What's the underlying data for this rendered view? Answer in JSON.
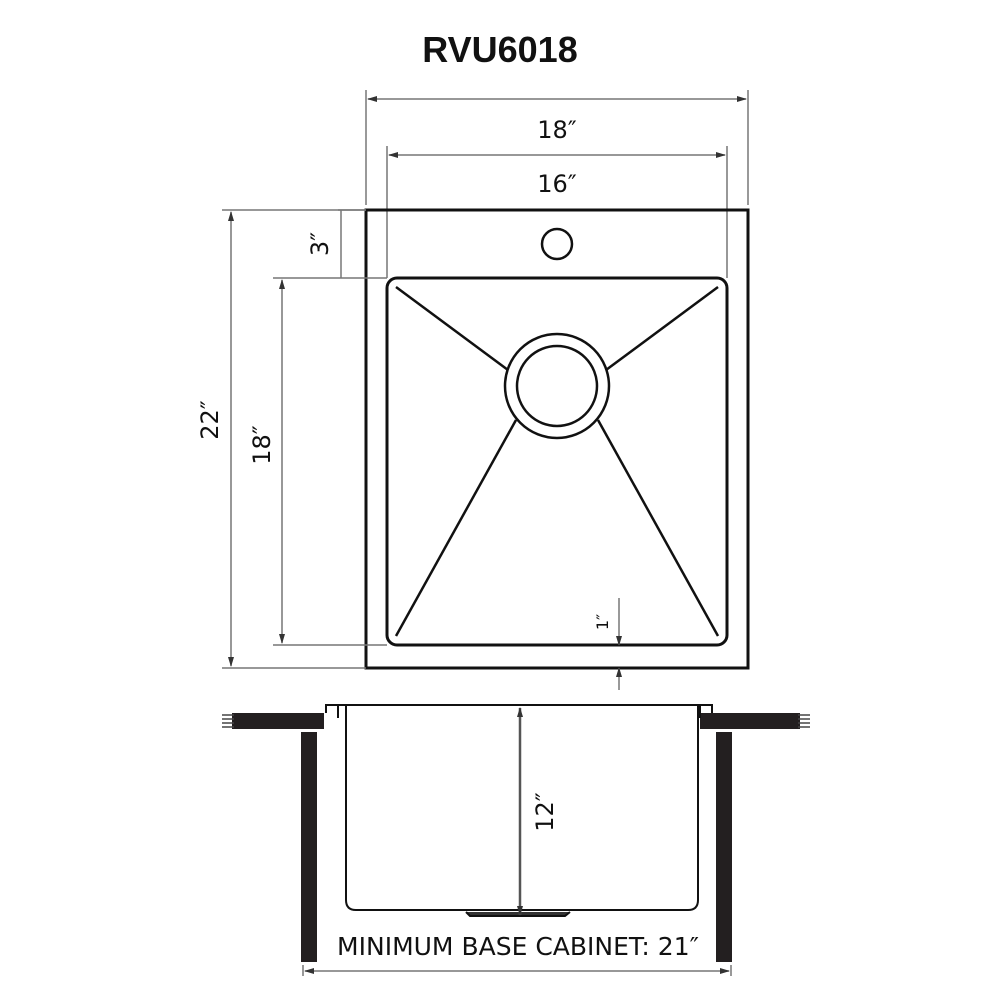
{
  "title": "RVU6018",
  "top_view": {
    "outer_width_label": "18″",
    "inner_width_label": "16″",
    "deck_depth_label": "3″",
    "outer_length_label": "22″",
    "inner_length_label": "18″",
    "front_rim_label": "1″",
    "faucet_hole": "faucet-hole",
    "drain": "drain"
  },
  "side_view": {
    "depth_label": "12″",
    "cabinet_label": "MINIMUM BASE CABINET: 21″"
  },
  "colors": {
    "line": "#111111",
    "dimension_line": "#777777",
    "counter": "#231f20"
  }
}
